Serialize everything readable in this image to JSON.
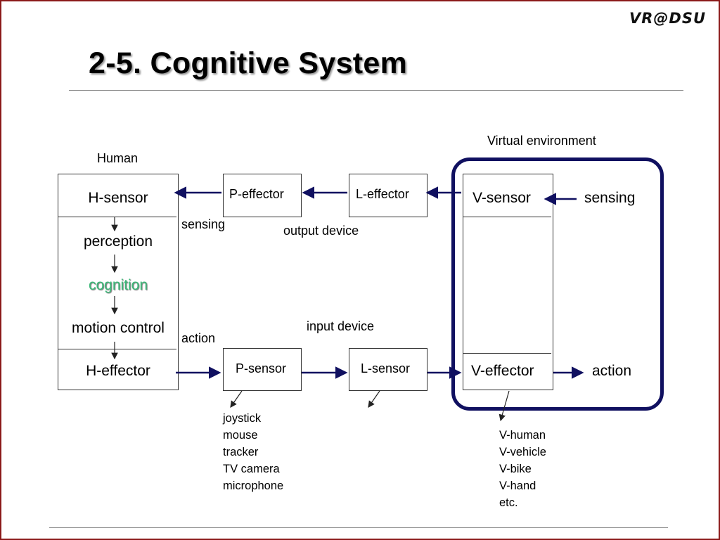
{
  "slide": {
    "title": "2-5. Cognitive System",
    "logo": "VR@DSU"
  },
  "labels": {
    "human": "Human",
    "virtual_environment": "Virtual environment",
    "sensing_left": "sensing",
    "output_device": "output device",
    "action_left": "action",
    "input_device": "input device",
    "sensing_right": "sensing",
    "action_right": "action"
  },
  "human_box": {
    "sensor": "H-sensor",
    "perception": "perception",
    "cognition": "cognition",
    "motion_control": "motion control",
    "effector": "H-effector"
  },
  "devices": {
    "p_effector": "P-effector",
    "l_effector": "L-effector",
    "p_sensor": "P-sensor",
    "l_sensor": "L-sensor"
  },
  "virtual_box": {
    "sensor": "V-sensor",
    "effector": "V-effector"
  },
  "input_devices": [
    "joystick",
    "mouse",
    "tracker",
    "TV camera",
    "microphone"
  ],
  "virtual_effectors": [
    "V-human",
    "V-vehicle",
    "V-bike",
    "V-hand",
    "etc."
  ],
  "colors": {
    "arrow": "#101060",
    "frame": "#101060",
    "cognition_text": "#3cb878",
    "slide_border": "#8b1a1a"
  }
}
